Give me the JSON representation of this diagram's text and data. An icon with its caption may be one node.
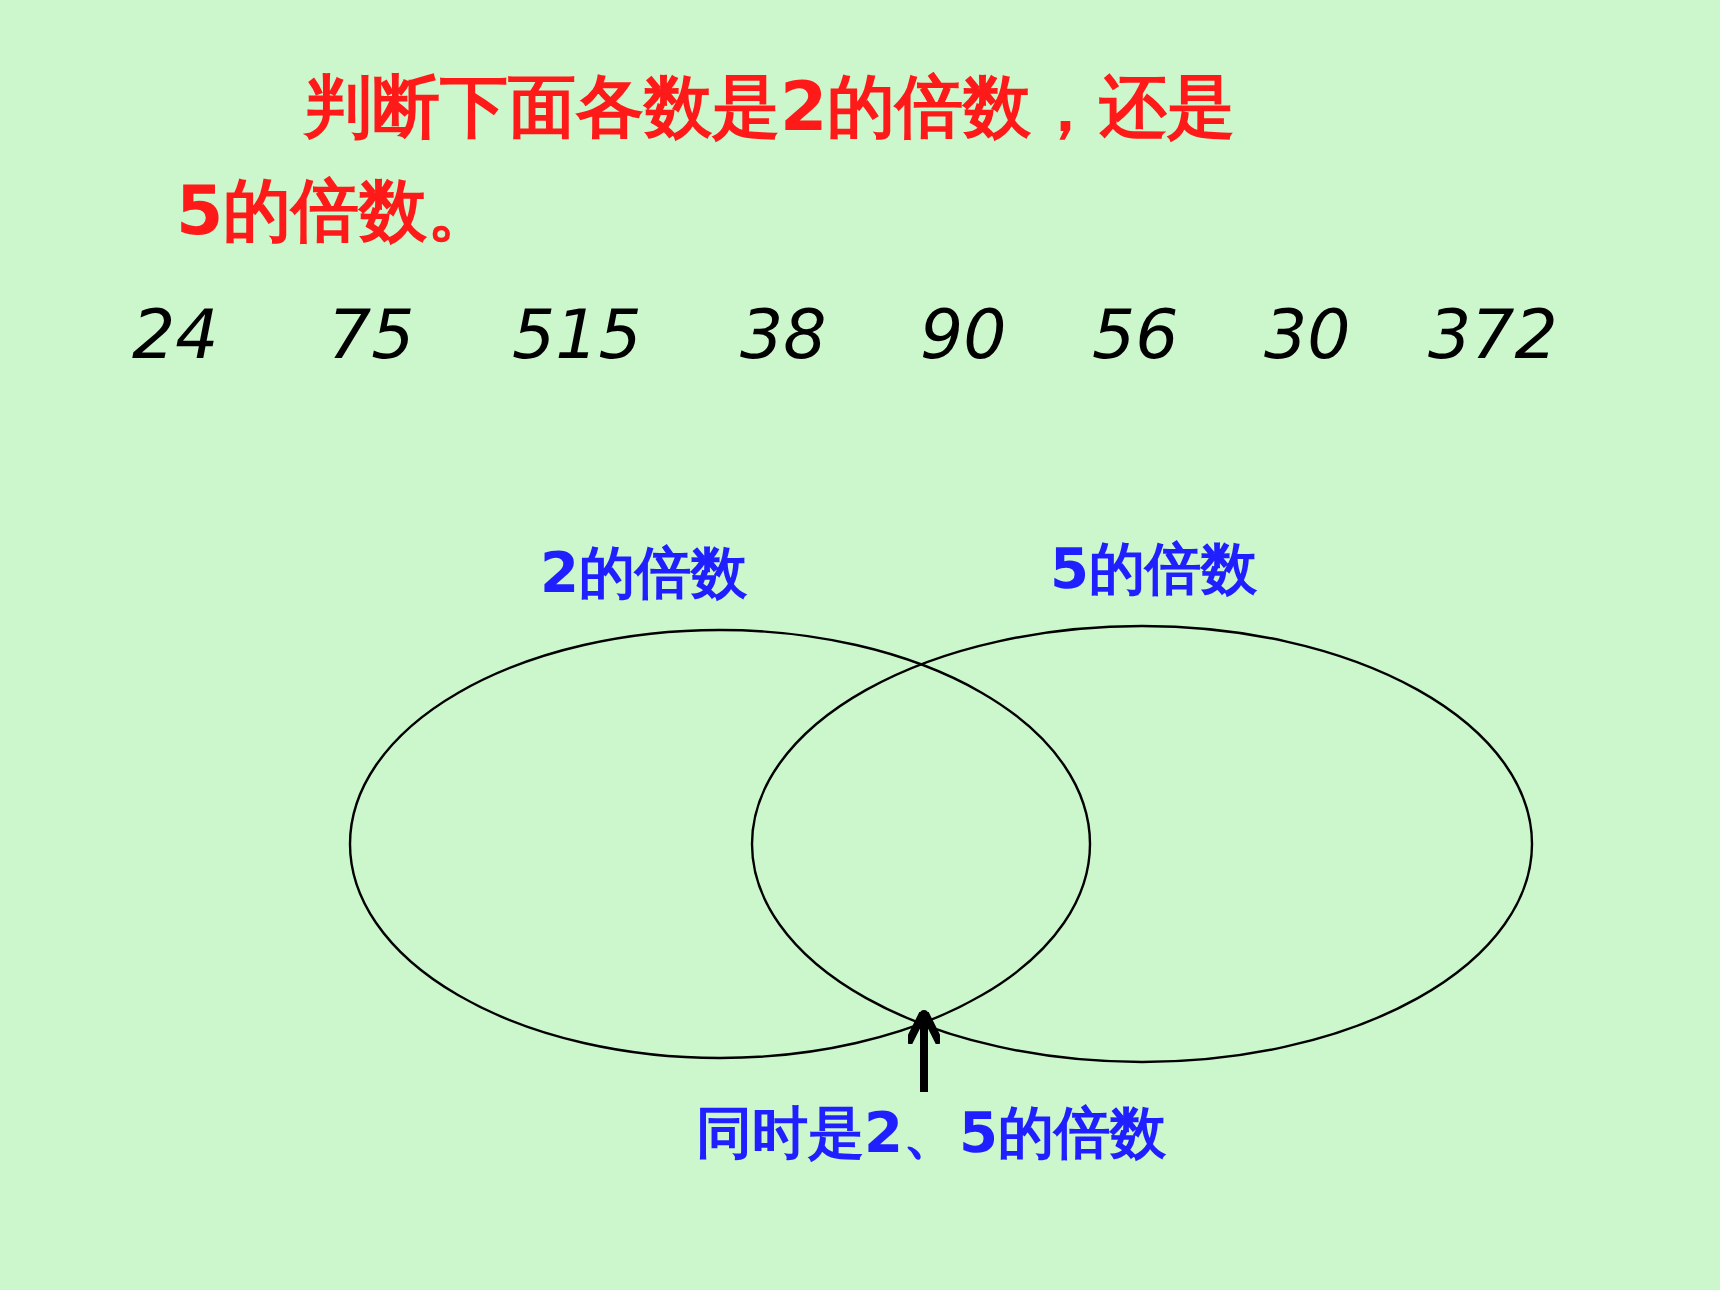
{
  "diagram": {
    "title": "判断下面各数是2的倍数，还是5的倍数。",
    "nodes": [
      {
        "text": [
          "2的倍数"
        ]
      },
      {
        "text": [
          "5的倍数"
        ]
      },
      {
        "text": [
          "同时是2、5的倍数"
        ]
      },
      {
        "text": [],
        "shape": "point"
      }
    ],
    "edges": [
      {
        "from": 2,
        "to": 3,
        "arrow": "to"
      }
    ],
    "labels": [
      "24",
      "75",
      "515",
      "38",
      "90",
      "56",
      "30",
      "372"
    ]
  }
}
